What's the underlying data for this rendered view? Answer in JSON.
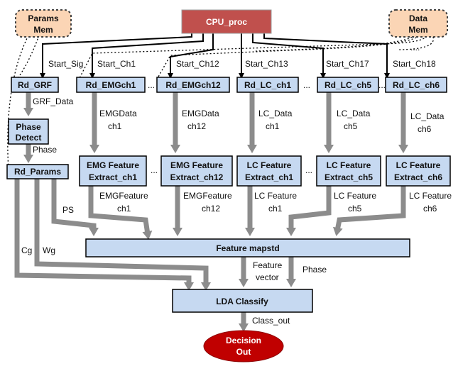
{
  "nodes": {
    "cpu": "CPU_proc",
    "params_mem": [
      "Params",
      "Mem"
    ],
    "data_mem": [
      "Data",
      "Mem"
    ],
    "rd_grf": "Rd_GRF",
    "phase_detect": [
      "Phase",
      "Detect"
    ],
    "rd_params": "Rd_Params",
    "rd_emg1": "Rd_EMGch1",
    "rd_emg12": "Rd_EMGch12",
    "rd_lc1": "Rd_LC_ch1",
    "rd_lc5": "Rd_LC_ch5",
    "rd_lc6": "Rd_LC_ch6",
    "emg_fx1": [
      "EMG Feature",
      "Extract_ch1"
    ],
    "emg_fx12": [
      "EMG Feature",
      "Extract_ch12"
    ],
    "lc_fx1": [
      "LC Feature",
      "Extract_ch1"
    ],
    "lc_fx5": [
      "LC Feature",
      "Extract_ch5"
    ],
    "lc_fx6": [
      "LC Feature",
      "Extract_ch6"
    ],
    "mapstd": "Feature mapstd",
    "lda": "LDA Classify",
    "decision": [
      "Decision",
      "Out"
    ]
  },
  "labels": {
    "start_sig": "Start_Sig",
    "start_ch1": "Start_Ch1",
    "start_ch12": "Start_Ch12",
    "start_ch13": "Start_Ch13",
    "start_ch17": "Start_Ch17",
    "start_ch18": "Start_Ch18",
    "grf_data": "GRF_Data",
    "phase": "Phase",
    "emgdata_ch1": [
      "EMGData",
      "ch1"
    ],
    "emgdata_ch12": [
      "EMGData",
      "ch12"
    ],
    "lcdata_ch1": [
      "LC_Data",
      "ch1"
    ],
    "lcdata_ch5": [
      "LC_Data",
      "ch5"
    ],
    "lcdata_ch6": [
      "LC_Data",
      "ch6"
    ],
    "emgfeat_ch1": [
      "EMGFeature",
      "ch1"
    ],
    "emgfeat_ch12": [
      "EMGFeature",
      "ch12"
    ],
    "lcfeat_ch1": [
      "LC Feature",
      "ch1"
    ],
    "lcfeat_ch5": [
      "LC Feature",
      "ch5"
    ],
    "lcfeat_ch6": [
      "LC Feature",
      "ch6"
    ],
    "ps": "PS",
    "cg": "Cg",
    "wg": "Wg",
    "feature_vector": [
      "Feature",
      "vector"
    ],
    "phase2": "Phase",
    "class_out": "Class_out",
    "ellipsis": "...",
    "ellipsis_top": "...."
  },
  "colors": {
    "box_fill": "#c6d9f1",
    "cpu_fill": "#c0504d",
    "mem_fill": "#fbd5b5",
    "decision_fill": "#c00000",
    "gray_arrow": "#8c8c8c"
  }
}
